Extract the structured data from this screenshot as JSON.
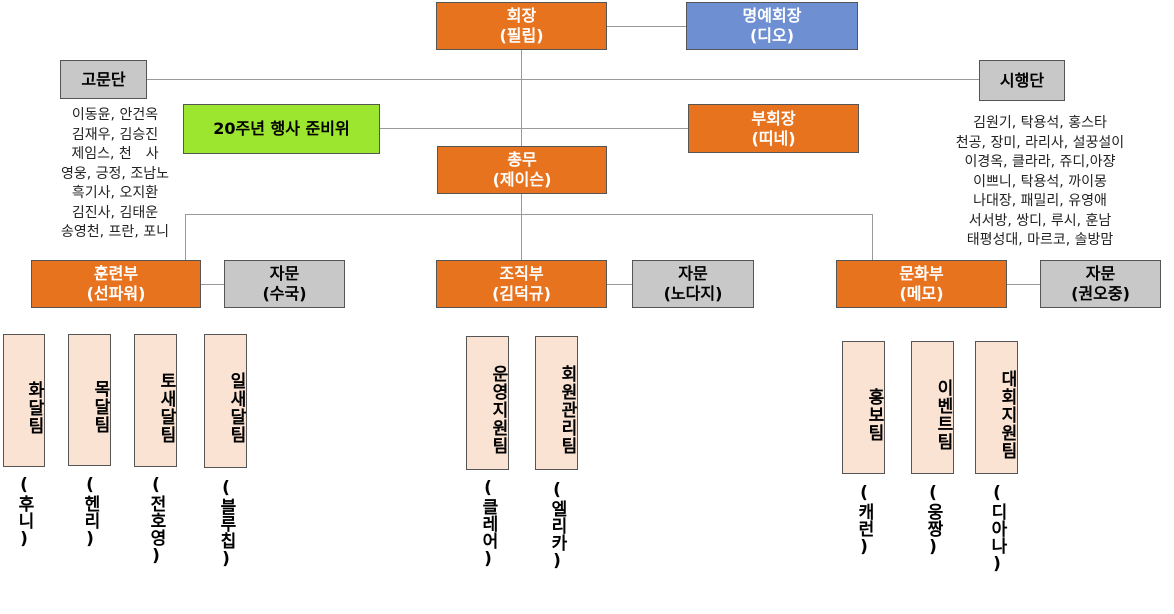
{
  "president": {
    "title": "회장",
    "name": "(필립)"
  },
  "honorary": {
    "title": "명예회장",
    "name": "(디오)"
  },
  "advisors_group": {
    "title": "고문단",
    "members": [
      "이동윤, 안건옥",
      "김재우, 김승진",
      "제임스, 천　사",
      "영웅, 긍정, 조남노",
      "흑기사, 오지환",
      "김진사, 김태운",
      "송영천, 프란, 포니"
    ]
  },
  "executive_group": {
    "title": "시행단",
    "members": [
      "김원기, 탁용석, 홍스타",
      "천공, 장미, 라리사, 설꿍설이",
      "이경옥, 클라라, 쥬디,아쟝",
      "이쁘니, 탁용석, 까이몽",
      "나대장, 패밀리, 유영애",
      "서서방, 쌍디, 루시, 훈남",
      "태평성대, 마르코, 솔방맘"
    ]
  },
  "anniversary": {
    "title": "20주년 행사 준비위"
  },
  "vice_president": {
    "title": "부회장",
    "name": "(띠네)"
  },
  "secretary": {
    "title": "총무",
    "name": "(제이슨)"
  },
  "departments": [
    {
      "title": "훈련부",
      "name": "(선파워)",
      "advisor": {
        "title": "자문",
        "name": "(수국)"
      },
      "teams": [
        {
          "name": "화달팀",
          "leader": "(후니)"
        },
        {
          "name": "목달팀",
          "leader": "(헨리)"
        },
        {
          "name": "토새달팀",
          "leader": "(전호영)"
        },
        {
          "name": "일새달팀",
          "leader": "(블루칩)"
        }
      ]
    },
    {
      "title": "조직부",
      "name": "(김덕규)",
      "advisor": {
        "title": "자문",
        "name": "(노다지)"
      },
      "teams": [
        {
          "name": "운영지원팀",
          "leader": "(클레어)"
        },
        {
          "name": "회원관리팀",
          "leader": "(엘리카)"
        }
      ]
    },
    {
      "title": "문화부",
      "name": "(메모)",
      "advisor": {
        "title": "자문",
        "name": "(권오중)"
      },
      "teams": [
        {
          "name": "홍보팀",
          "leader": "(캐런)"
        },
        {
          "name": "이벤트팀",
          "leader": "(웅짱)"
        },
        {
          "name": "대회지원팀",
          "leader": "(디아나)"
        }
      ]
    }
  ]
}
